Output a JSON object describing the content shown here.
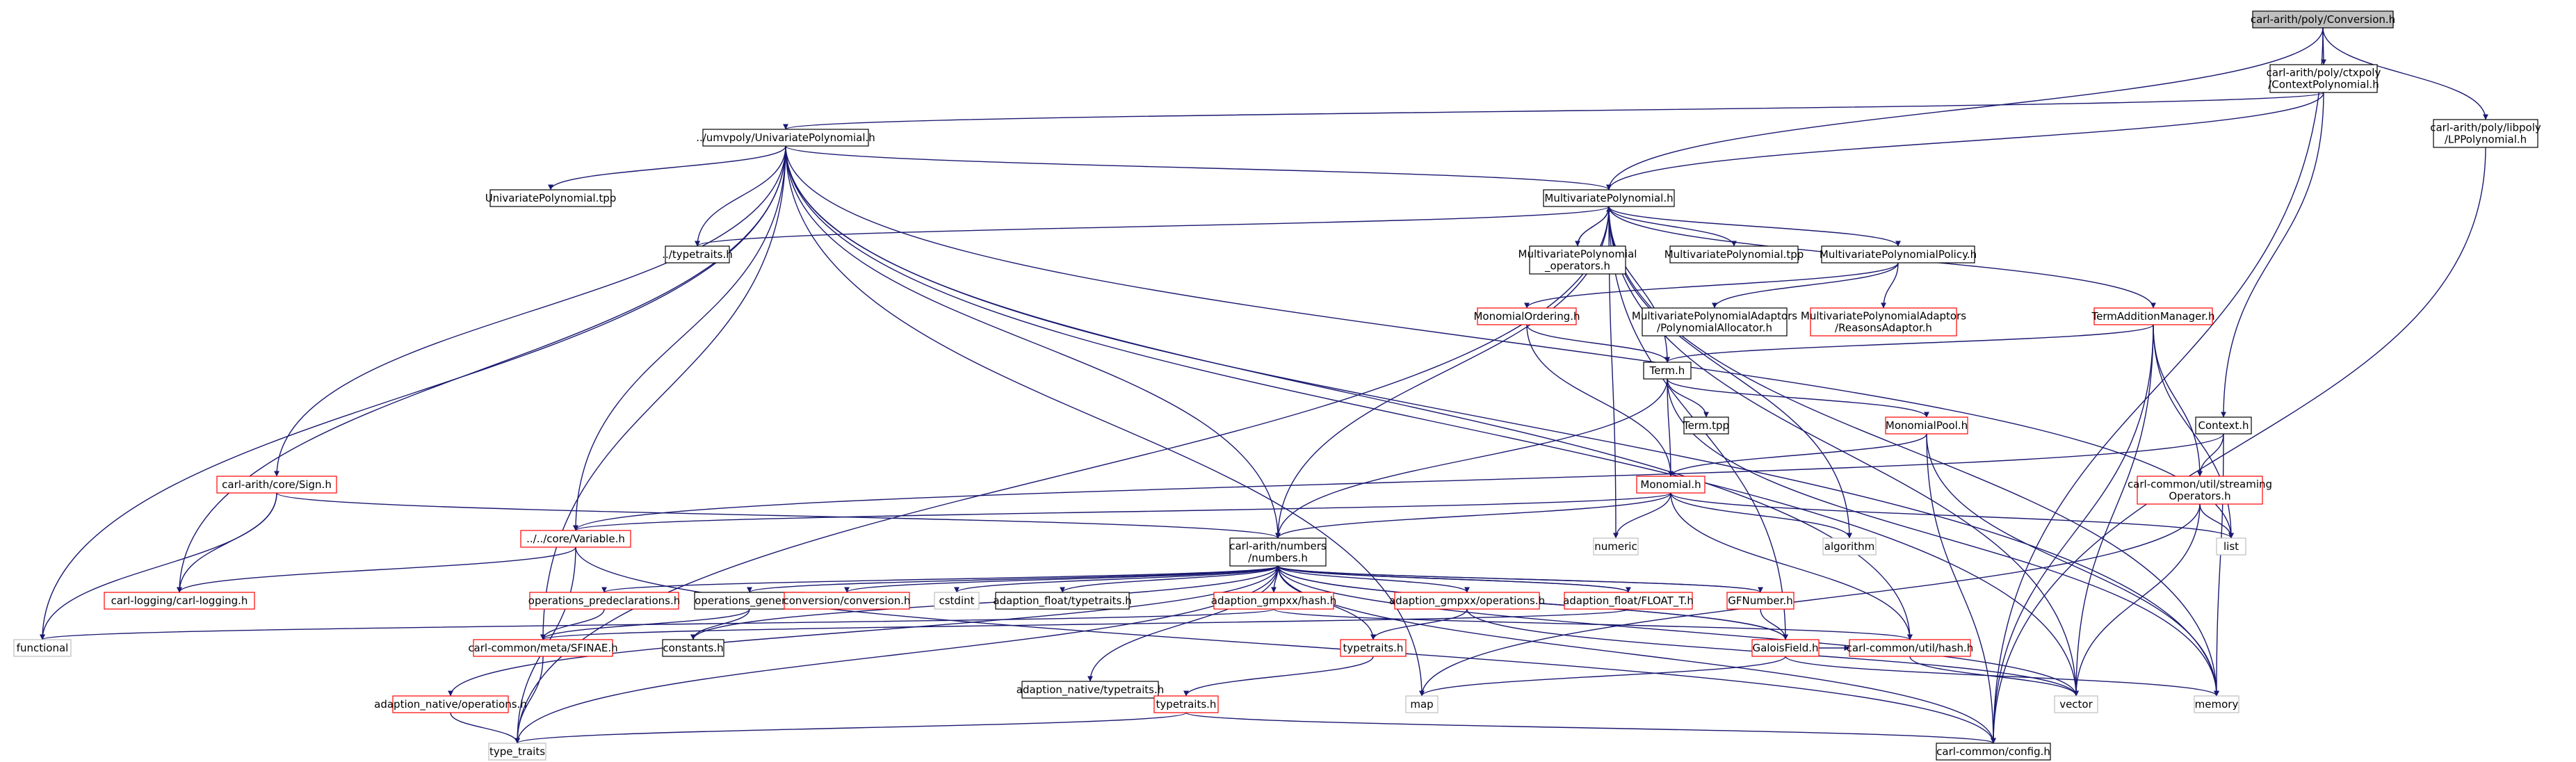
{
  "colors": {
    "edge": "#191970",
    "border_normal": "#000000",
    "border_red": "#ff0000",
    "border_gray": "#bfbfbf",
    "fill_root": "#bfbfbf",
    "fill_normal": "#ffffff",
    "text": "#000000"
  },
  "nodes": [
    {
      "id": "n0",
      "lines": [
        "carl-arith/poly/Conversion.h"
      ],
      "style": "root"
    },
    {
      "id": "n1",
      "lines": [
        "carl-arith/poly/ctxpoly",
        "/ContextPolynomial.h"
      ],
      "style": "normal"
    },
    {
      "id": "n2",
      "lines": [
        "carl-arith/poly/libpoly",
        "/LPPolynomial.h"
      ],
      "style": "normal"
    },
    {
      "id": "n3",
      "lines": [
        "../umvpoly/UnivariatePolynomial.h"
      ],
      "style": "normal"
    },
    {
      "id": "n4",
      "lines": [
        "MultivariatePolynomial.h"
      ],
      "style": "normal"
    },
    {
      "id": "n5",
      "lines": [
        "UnivariatePolynomial.tpp"
      ],
      "style": "normal"
    },
    {
      "id": "n6",
      "lines": [
        "../typetraits.h"
      ],
      "style": "normal"
    },
    {
      "id": "n7",
      "lines": [
        "MultivariatePolynomial",
        "_operators.h"
      ],
      "style": "normal"
    },
    {
      "id": "n8",
      "lines": [
        "MultivariatePolynomial.tpp"
      ],
      "style": "normal"
    },
    {
      "id": "n9",
      "lines": [
        "MultivariatePolynomialPolicy.h"
      ],
      "style": "normal"
    },
    {
      "id": "n10",
      "lines": [
        "MonomialOrdering.h"
      ],
      "style": "red"
    },
    {
      "id": "n11",
      "lines": [
        "MultivariatePolynomialAdaptors",
        "/PolynomialAllocator.h"
      ],
      "style": "normal"
    },
    {
      "id": "n12",
      "lines": [
        "MultivariatePolynomialAdaptors",
        "/ReasonsAdaptor.h"
      ],
      "style": "red"
    },
    {
      "id": "n13",
      "lines": [
        "TermAdditionManager.h"
      ],
      "style": "red"
    },
    {
      "id": "n14",
      "lines": [
        "Term.h"
      ],
      "style": "normal"
    },
    {
      "id": "n15",
      "lines": [
        "Term.tpp"
      ],
      "style": "normal"
    },
    {
      "id": "n16",
      "lines": [
        "MonomialPool.h"
      ],
      "style": "red"
    },
    {
      "id": "n17",
      "lines": [
        "Context.h"
      ],
      "style": "normal"
    },
    {
      "id": "n18",
      "lines": [
        "carl-common/util/streaming",
        "Operators.h"
      ],
      "style": "red"
    },
    {
      "id": "n19",
      "lines": [
        "carl-arith/core/Sign.h"
      ],
      "style": "red"
    },
    {
      "id": "n20",
      "lines": [
        "Monomial.h"
      ],
      "style": "red"
    },
    {
      "id": "n21",
      "lines": [
        "../../core/Variable.h"
      ],
      "style": "red"
    },
    {
      "id": "n22",
      "lines": [
        "carl-arith/numbers",
        "/numbers.h"
      ],
      "style": "normal"
    },
    {
      "id": "n23",
      "lines": [
        "numeric"
      ],
      "style": "gray"
    },
    {
      "id": "n24",
      "lines": [
        "algorithm"
      ],
      "style": "gray"
    },
    {
      "id": "n25",
      "lines": [
        "list"
      ],
      "style": "gray"
    },
    {
      "id": "n26",
      "lines": [
        "carl-logging/carl-logging.h"
      ],
      "style": "red"
    },
    {
      "id": "n27",
      "lines": [
        "operations_predeclarations.h"
      ],
      "style": "red"
    },
    {
      "id": "n28",
      "lines": [
        "operations_generic.h"
      ],
      "style": "normal"
    },
    {
      "id": "n29",
      "lines": [
        "conversion/conversion.h"
      ],
      "style": "red"
    },
    {
      "id": "n30",
      "lines": [
        "cstdint"
      ],
      "style": "gray"
    },
    {
      "id": "n31",
      "lines": [
        "adaption_float/typetraits.h"
      ],
      "style": "normal"
    },
    {
      "id": "n32",
      "lines": [
        "adaption_gmpxx/hash.h"
      ],
      "style": "red"
    },
    {
      "id": "n33",
      "lines": [
        "adaption_gmpxx/operations.h"
      ],
      "style": "red"
    },
    {
      "id": "n34",
      "lines": [
        "adaption_float/FLOAT_T.h"
      ],
      "style": "red"
    },
    {
      "id": "n35",
      "lines": [
        "GFNumber.h"
      ],
      "style": "red"
    },
    {
      "id": "n36",
      "lines": [
        "functional"
      ],
      "style": "gray"
    },
    {
      "id": "n37",
      "lines": [
        "carl-common/meta/SFINAE.h"
      ],
      "style": "red"
    },
    {
      "id": "n38",
      "lines": [
        "constants.h"
      ],
      "style": "normal"
    },
    {
      "id": "n39",
      "lines": [
        "typetraits.h"
      ],
      "style": "red"
    },
    {
      "id": "n40",
      "lines": [
        "carl-common/util/hash.h"
      ],
      "style": "red"
    },
    {
      "id": "n41",
      "lines": [
        "GaloisField.h"
      ],
      "style": "red"
    },
    {
      "id": "n42",
      "lines": [
        "vector"
      ],
      "style": "gray"
    },
    {
      "id": "n43",
      "lines": [
        "memory"
      ],
      "style": "gray"
    },
    {
      "id": "n44",
      "lines": [
        "adaption_native/typetraits.h"
      ],
      "style": "normal"
    },
    {
      "id": "n45",
      "lines": [
        "map"
      ],
      "style": "gray"
    },
    {
      "id": "n46",
      "lines": [
        "adaption_native/operations.h"
      ],
      "style": "red"
    },
    {
      "id": "n47",
      "lines": [
        "typetraits.h"
      ],
      "style": "red"
    },
    {
      "id": "n48",
      "lines": [
        "type_traits"
      ],
      "style": "gray"
    },
    {
      "id": "n49",
      "lines": [
        "carl-common/config.h"
      ],
      "style": "normal"
    }
  ],
  "edges": [
    [
      "n0",
      "n1"
    ],
    [
      "n0",
      "n2"
    ],
    [
      "n0",
      "n4"
    ],
    [
      "n0",
      "n49"
    ],
    [
      "n1",
      "n3"
    ],
    [
      "n1",
      "n4"
    ],
    [
      "n1",
      "n17"
    ],
    [
      "n2",
      "n49"
    ],
    [
      "n3",
      "n5"
    ],
    [
      "n3",
      "n4"
    ],
    [
      "n3",
      "n6"
    ],
    [
      "n3",
      "n21"
    ],
    [
      "n3",
      "n19"
    ],
    [
      "n3",
      "n26"
    ],
    [
      "n3",
      "n36"
    ],
    [
      "n3",
      "n22"
    ],
    [
      "n3",
      "n37"
    ],
    [
      "n3",
      "n40"
    ],
    [
      "n3",
      "n42"
    ],
    [
      "n3",
      "n43"
    ],
    [
      "n3",
      "n45"
    ],
    [
      "n3",
      "n25"
    ],
    [
      "n4",
      "n6"
    ],
    [
      "n4",
      "n7"
    ],
    [
      "n4",
      "n8"
    ],
    [
      "n4",
      "n9"
    ],
    [
      "n4",
      "n13"
    ],
    [
      "n4",
      "n14"
    ],
    [
      "n4",
      "n22"
    ],
    [
      "n4",
      "n23"
    ],
    [
      "n4",
      "n24"
    ],
    [
      "n4",
      "n42"
    ],
    [
      "n4",
      "n43"
    ],
    [
      "n4",
      "n41"
    ],
    [
      "n4",
      "n48"
    ],
    [
      "n7",
      "n4"
    ],
    [
      "n9",
      "n10"
    ],
    [
      "n9",
      "n11"
    ],
    [
      "n9",
      "n12"
    ],
    [
      "n10",
      "n14"
    ],
    [
      "n10",
      "n20"
    ],
    [
      "n13",
      "n14"
    ],
    [
      "n13",
      "n18"
    ],
    [
      "n13",
      "n25"
    ],
    [
      "n13",
      "n42"
    ],
    [
      "n13",
      "n49"
    ],
    [
      "n14",
      "n15"
    ],
    [
      "n14",
      "n16"
    ],
    [
      "n14",
      "n20"
    ],
    [
      "n14",
      "n22"
    ],
    [
      "n14",
      "n43"
    ],
    [
      "n16",
      "n20"
    ],
    [
      "n16",
      "n43"
    ],
    [
      "n16",
      "n49"
    ],
    [
      "n17",
      "n18"
    ],
    [
      "n17",
      "n21"
    ],
    [
      "n17",
      "n43"
    ],
    [
      "n18",
      "n25"
    ],
    [
      "n18",
      "n42"
    ],
    [
      "n18",
      "n45"
    ],
    [
      "n19",
      "n22"
    ],
    [
      "n19",
      "n26"
    ],
    [
      "n19",
      "n36"
    ],
    [
      "n20",
      "n21"
    ],
    [
      "n20",
      "n22"
    ],
    [
      "n20",
      "n23"
    ],
    [
      "n20",
      "n24"
    ],
    [
      "n20",
      "n25"
    ],
    [
      "n20",
      "n40"
    ],
    [
      "n21",
      "n26"
    ],
    [
      "n21",
      "n48"
    ],
    [
      "n21",
      "n49"
    ],
    [
      "n22",
      "n27"
    ],
    [
      "n22",
      "n28"
    ],
    [
      "n22",
      "n29"
    ],
    [
      "n22",
      "n30"
    ],
    [
      "n22",
      "n31"
    ],
    [
      "n22",
      "n32"
    ],
    [
      "n22",
      "n33"
    ],
    [
      "n22",
      "n34"
    ],
    [
      "n22",
      "n35"
    ],
    [
      "n22",
      "n38"
    ],
    [
      "n22",
      "n39"
    ],
    [
      "n22",
      "n44"
    ],
    [
      "n22",
      "n46"
    ],
    [
      "n22",
      "n41"
    ],
    [
      "n22",
      "n42"
    ],
    [
      "n22",
      "n48"
    ],
    [
      "n22",
      "n49"
    ],
    [
      "n27",
      "n37"
    ],
    [
      "n28",
      "n37"
    ],
    [
      "n28",
      "n38"
    ],
    [
      "n32",
      "n36"
    ],
    [
      "n32",
      "n40"
    ],
    [
      "n33",
      "n39"
    ],
    [
      "n33",
      "n42"
    ],
    [
      "n34",
      "n37"
    ],
    [
      "n34",
      "n22"
    ],
    [
      "n35",
      "n41"
    ],
    [
      "n35",
      "n22"
    ],
    [
      "n37",
      "n48"
    ],
    [
      "n39",
      "n47"
    ],
    [
      "n40",
      "n42"
    ],
    [
      "n41",
      "n22"
    ],
    [
      "n41",
      "n40"
    ],
    [
      "n41",
      "n45"
    ],
    [
      "n41",
      "n43"
    ],
    [
      "n44",
      "n47"
    ],
    [
      "n46",
      "n48"
    ],
    [
      "n47",
      "n48"
    ],
    [
      "n47",
      "n49"
    ]
  ]
}
